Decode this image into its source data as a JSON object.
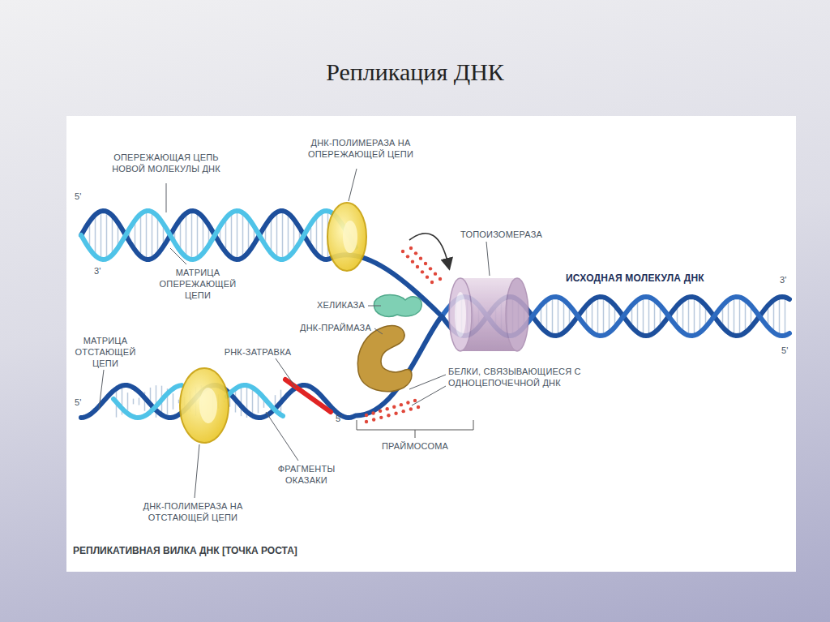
{
  "diagram": {
    "title": "Репликация ДНК",
    "caption": "РЕПЛИКАТИВНАЯ ВИЛКА ДНК [ТОЧКА РОСТА]",
    "labels": [
      "ОПЕРЕЖАЮЩАЯ ЦЕПЬ НОВОЙ МОЛЕКУЛЫ ДНК",
      "ДНК-ПОЛИМЕРАЗА НА ОПЕРЕЖАЮЩЕЙ ЦЕПИ",
      "5'",
      "3'",
      "МАТРИЦА ОПЕРЕЖАЮЩЕЙ ЦЕПИ",
      "ТОПОИЗОМЕРАЗА",
      "ИСХОДНАЯ МОЛЕКУЛА ДНК",
      "3'",
      "ХЕЛИКАЗА",
      "ДНК-ПРАЙМАЗА",
      "5'",
      "МАТРИЦА ОТСТАЮЩЕЙ ЦЕПИ",
      "РНК-ЗАТРАВКА",
      "БЕЛКИ, СВЯЗЫВАЮЩИЕСЯ С ОДНОЦЕПОЧЕЧНОЙ ДНК",
      "5'",
      "5'",
      "ПРАЙМОСОМА",
      "ФРАГМЕНТЫ ОКАЗАКИ",
      "ДНК-ПОЛИМЕРАЗА НА ОТСТАЮЩЕЙ ЦЕПИ"
    ]
  }
}
